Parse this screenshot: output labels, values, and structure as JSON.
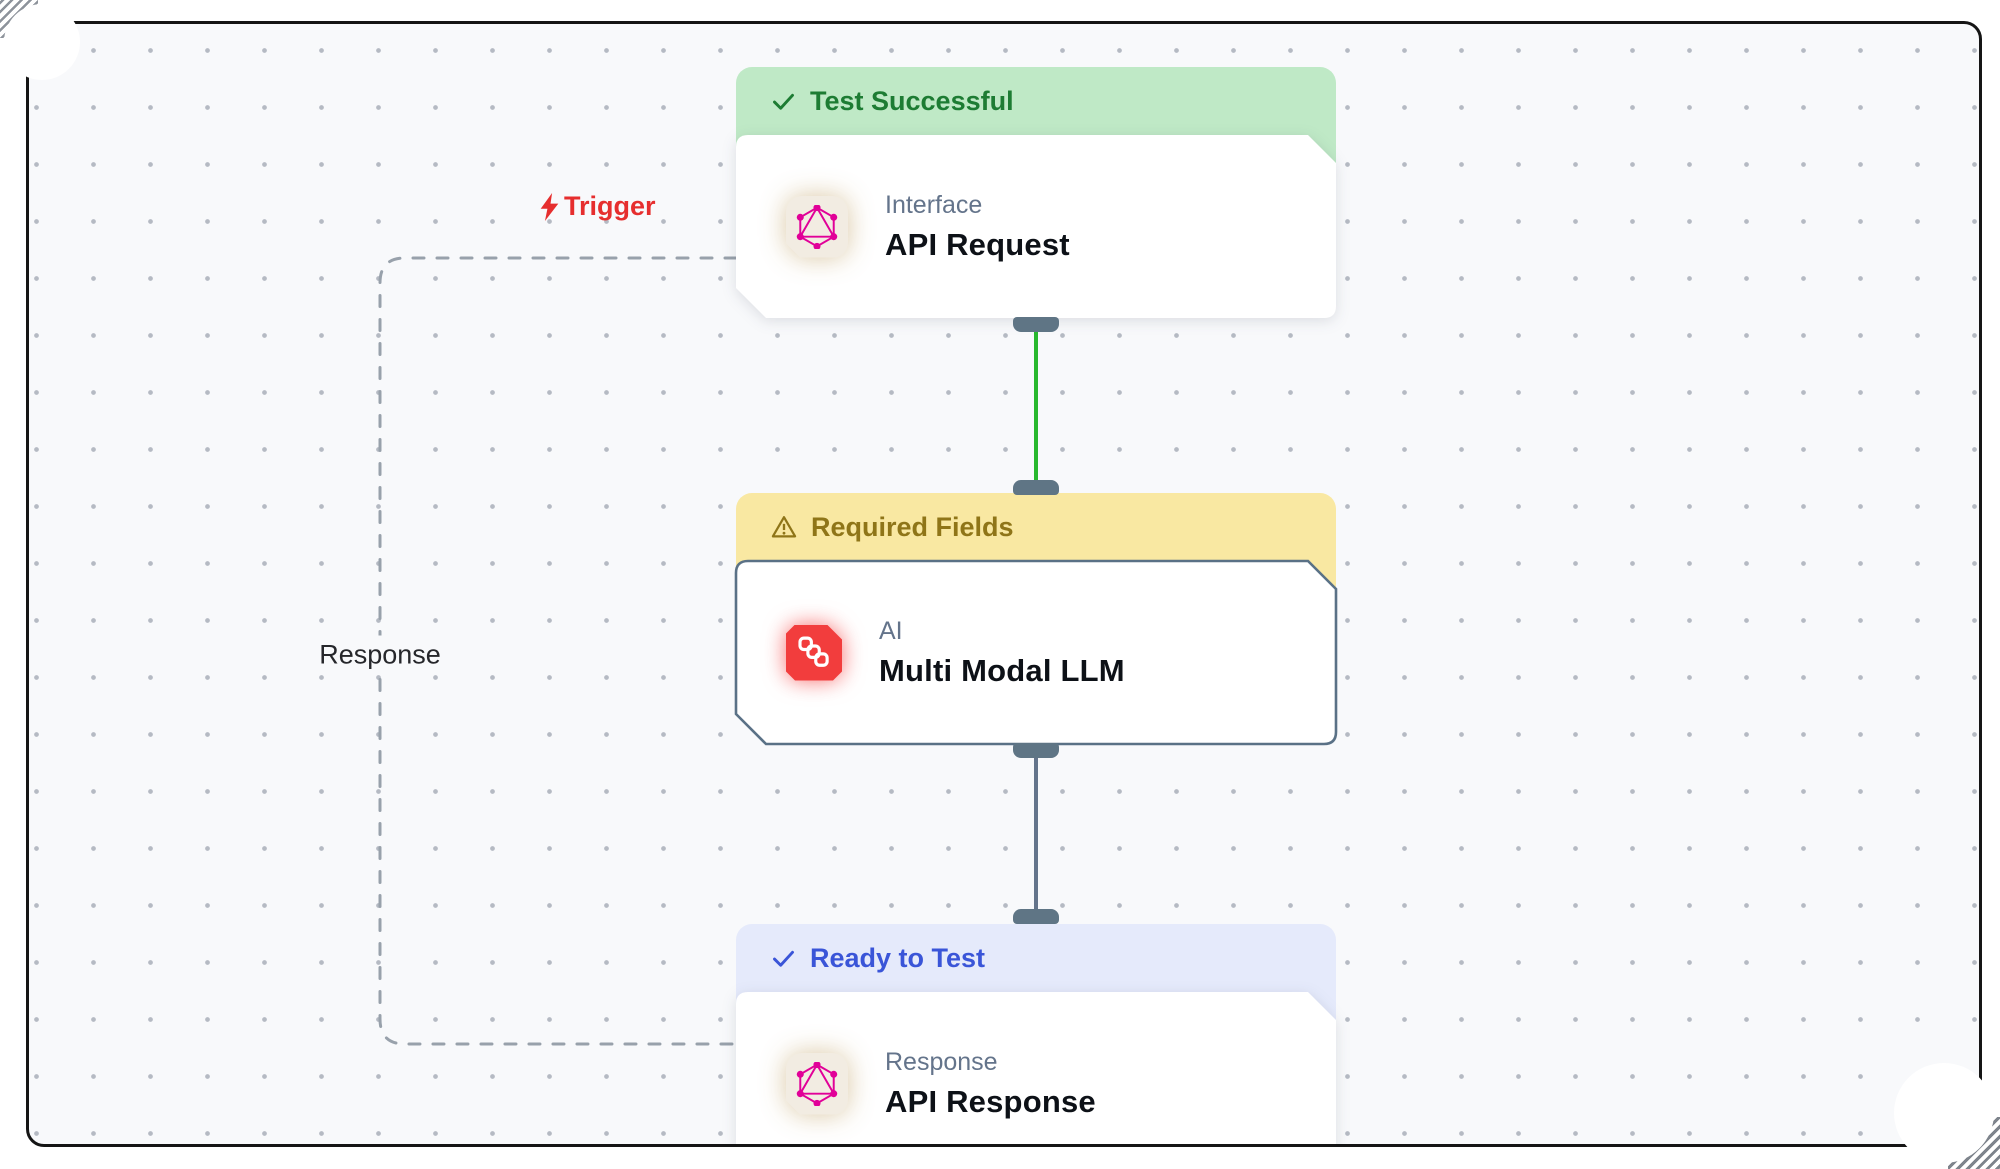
{
  "app": {
    "type": "workflow-canvas"
  },
  "canvas": {
    "background": "#f8f9fb",
    "dot_color": "#b5bac3",
    "frame_color": "#151515"
  },
  "edge_labels": {
    "trigger": {
      "label": "Trigger",
      "color": "#e62e2e",
      "icon": "lightning-bolt-icon"
    },
    "response": {
      "label": "Response",
      "color": "#26272b"
    }
  },
  "edges": {
    "request_to_llm": {
      "color": "#28b82e",
      "style": "solid"
    },
    "llm_to_response": {
      "color": "#64748b",
      "style": "solid"
    },
    "response_loop": {
      "color": "#98a1ab",
      "style": "dashed"
    }
  },
  "handles": {
    "color": "#5f7585"
  },
  "nodes": [
    {
      "status": {
        "text": "Test Successful",
        "icon": "check-icon",
        "bg": "#bfe9c6",
        "color": "#1d7c33"
      },
      "category": "Interface",
      "title": "API Request",
      "icon": {
        "name": "graphql-logo-icon",
        "color": "#e10098",
        "bg": "#f2ece2"
      }
    },
    {
      "status": {
        "text": "Required Fields",
        "icon": "warning-icon",
        "bg": "#f9e8a2",
        "color": "#8f7518"
      },
      "category": "AI",
      "title": "Multi Modal LLM",
      "icon": {
        "name": "chain-links-icon",
        "color": "#ffffff",
        "bg": "#f23d3d"
      },
      "border_color": "#5a7186"
    },
    {
      "status": {
        "text": "Ready to Test",
        "icon": "check-icon",
        "bg": "#e5eafb",
        "color": "#3a55d8"
      },
      "category": "Response",
      "title": "API Response",
      "icon": {
        "name": "graphql-logo-icon",
        "color": "#e10098",
        "bg": "#f2ece2"
      }
    }
  ]
}
